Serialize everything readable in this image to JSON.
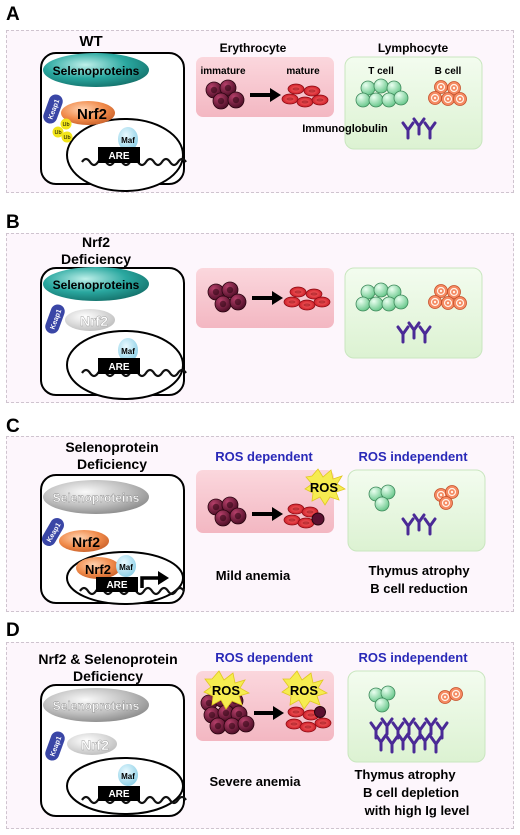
{
  "colors": {
    "selenoprotein": "#2aa8a0",
    "nrf2": "#f08a4a",
    "keap1": "#3a46a6",
    "ub": "#f2e51a",
    "maf": "#b9e3f0",
    "rbc_box": "#f7c6cf",
    "lymph_box": "#e3f6dc",
    "tcell": "#8fd9a8",
    "bcell": "#f58a62",
    "ig": "#4a2a96",
    "ros_label": "#2929b8",
    "ros_burst": "#f6ec50",
    "rbc_immature": "#5b1030",
    "rbc_mature": "#d81a2a"
  },
  "panels": [
    {
      "letter": "A",
      "title": "WT",
      "selenoproteins": "Selenoproteins",
      "keap1": "Keap1",
      "nrf2": "Nrf2",
      "ub": "Ub",
      "maf": "Maf",
      "are": "ARE",
      "erythrocyte": "Erythrocyte",
      "immature": "immature",
      "mature": "mature",
      "lymphocyte": "Lymphocyte",
      "tcell": "T cell",
      "bcell": "B cell",
      "immunoglobulin": "Immunoglobulin"
    },
    {
      "letter": "B",
      "title_line1": "Nrf2",
      "title_line2": "Deficiency",
      "selenoproteins": "Selenoproteins",
      "keap1": "Keap1",
      "nrf2": "Nrf2",
      "maf": "Maf",
      "are": "ARE"
    },
    {
      "letter": "C",
      "title_line1": "Selenoprotein",
      "title_line2": "Deficiency",
      "selenoproteins": "Selenoproteins",
      "keap1": "Keap1",
      "nrf2": "Nrf2",
      "nrf2_nuc": "Nrf2",
      "maf": "Maf",
      "are": "ARE",
      "ros_dep": "ROS dependent",
      "ros_indep": "ROS independent",
      "ros": "ROS",
      "outcome_left": "Mild anemia",
      "outcome_right_1": "Thymus atrophy",
      "outcome_right_2": "B cell reduction"
    },
    {
      "letter": "D",
      "title_line1": "Nrf2 & Selenoprotein",
      "title_line2": "Deficiency",
      "selenoproteins": "Selenoproteins",
      "keap1": "Keap1",
      "nrf2": "Nrf2",
      "maf": "Maf",
      "are": "ARE",
      "ros_dep": "ROS dependent",
      "ros_indep": "ROS independent",
      "ros1": "ROS",
      "ros2": "ROS",
      "outcome_left": "Severe anemia",
      "outcome_right_1": "Thymus atrophy",
      "outcome_right_2": "B cell depletion",
      "outcome_right_3": "with high Ig level"
    }
  ]
}
